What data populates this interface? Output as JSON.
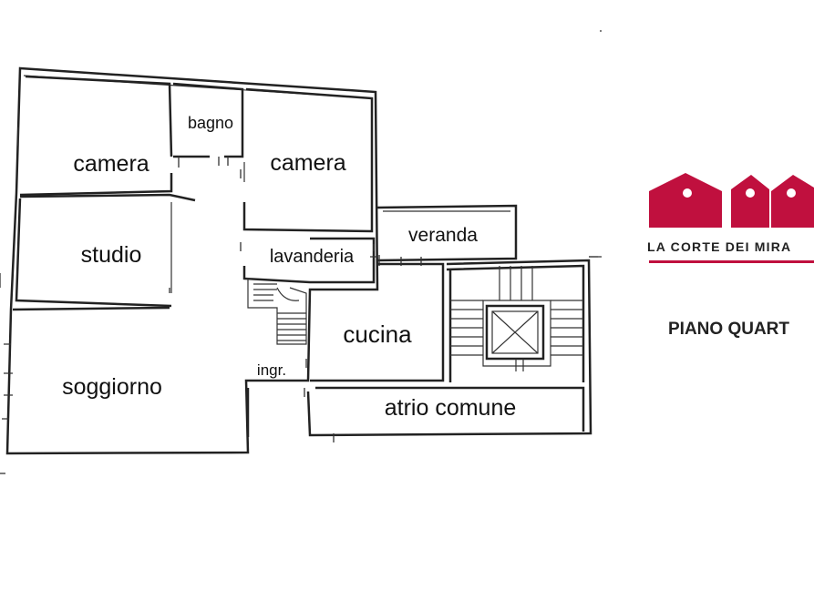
{
  "rooms": {
    "camera_left": "camera",
    "bagno": "bagno",
    "camera_right": "camera",
    "studio": "studio",
    "lavanderia": "lavanderia",
    "veranda": "veranda",
    "cucina": "cucina",
    "soggiorno": "soggiorno",
    "ingresso": "ingr.",
    "atrio": "atrio comune"
  },
  "logo": {
    "brand": "LA CORTE DEI MIRA",
    "color": "#c0103e"
  },
  "floor_label": "PIANO QUART"
}
